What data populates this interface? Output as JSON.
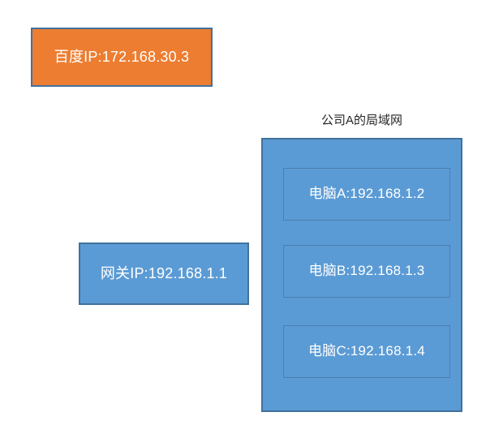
{
  "diagram": {
    "external_node": {
      "label": "百度IP:172.168.30.3",
      "fill": "#ED7D31",
      "border": "#41719C",
      "text_color": "#FFFFFF"
    },
    "gateway_node": {
      "label": "网关IP:192.168.1.1",
      "fill": "#5B9BD5",
      "border": "#41719C",
      "text_color": "#FFFFFF"
    },
    "lan_group": {
      "title": "公司A的局域网",
      "fill": "#5B9BD5",
      "border": "#41719C",
      "title_color": "#262626",
      "hosts": [
        {
          "label": "电脑A:192.168.1.2"
        },
        {
          "label": "电脑B:192.168.1.3"
        },
        {
          "label": "电脑C:192.168.1.4"
        }
      ]
    }
  }
}
